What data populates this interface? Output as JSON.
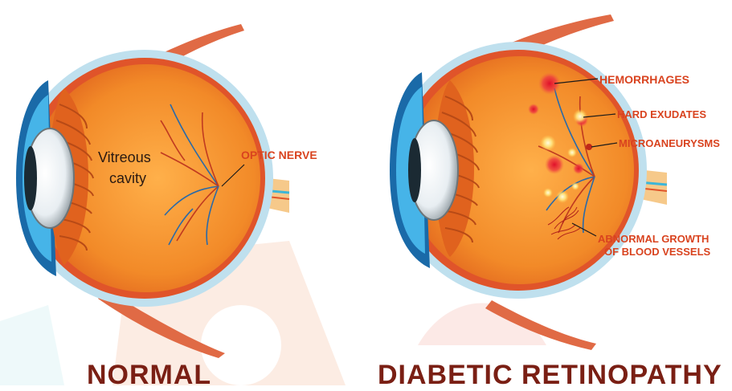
{
  "colors": {
    "label": "#d9431f",
    "caption": "#7a1f14",
    "eye_orange": "#f08a2a",
    "eye_rim": "#e0542a",
    "sclera_blue": "#bfe0ee",
    "muscle": "#e06a45"
  },
  "normal_eye": {
    "caption": "NORMAL",
    "vitreous_line1": "Vitreous",
    "vitreous_line2": "cavity",
    "optic_nerve_label": "OPTIC NERVE"
  },
  "dr_eye": {
    "caption": "DIABETIC RETINOPATHY",
    "labels": {
      "hemorrhages": "HEMORRHAGES",
      "hard_exudates": "HARD EXUDATES",
      "microaneurysms": "MICROANEURYSMS",
      "abnormal_growth_line1": "ABNORMAL GROWTH",
      "abnormal_growth_line2": "OF BLOOD VESSELS"
    }
  }
}
